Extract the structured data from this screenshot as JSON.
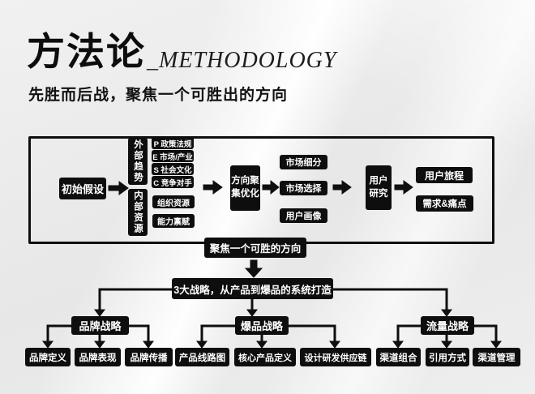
{
  "header": {
    "title": "方法论",
    "title_en": "_METHODOLOGY",
    "tagline": "先胜而后战，聚焦一个可胜出的方向"
  },
  "palette": {
    "box_background": "#0e0e0e",
    "box_text": "#ffffff",
    "line_color": "#0f0f0f",
    "canvas_background": "#ebebeb"
  },
  "flow": {
    "initial": "初始假设",
    "external_trend": "外部趋势",
    "internal_resource": "内部资源",
    "pesc": [
      "P 政策法规",
      "E 市场/产业",
      "S 社会文化",
      "C 竞争对手"
    ],
    "org_resource": "组织资源",
    "capability": "能力禀赋",
    "direction_focus": "方向聚集优化",
    "market_segment": "市场细分",
    "market_select": "市场选择",
    "user_persona": "用户画像",
    "user_research": "用户研究",
    "user_journey": "用户旅程",
    "needs_pain": "需求&痛点",
    "focus_banner": "聚焦一个可胜的方向",
    "strategy_banner": "3大战略，从产品到爆品的系统打造",
    "strategies": [
      {
        "label": "品牌战略",
        "children": [
          "品牌定义",
          "品牌表现",
          "品牌传播"
        ]
      },
      {
        "label": "爆品战略",
        "children": [
          "产品线路图",
          "核心产品定义",
          "设计研发供应链"
        ]
      },
      {
        "label": "流量战略",
        "children": [
          "渠道组合",
          "引用方式",
          "渠道管理"
        ]
      }
    ]
  }
}
